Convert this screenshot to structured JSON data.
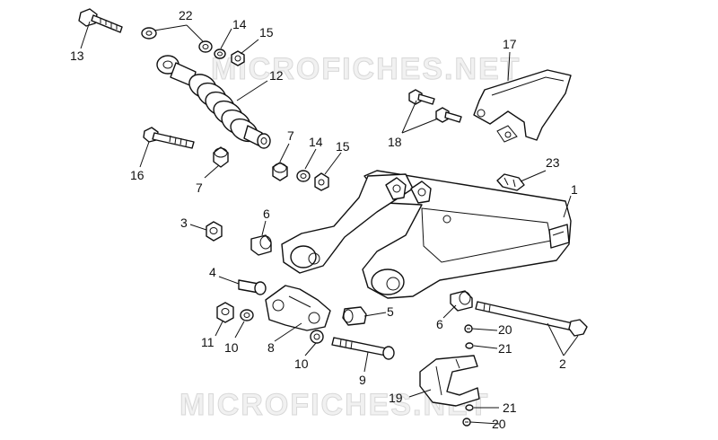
{
  "watermarks": [
    "MICROFICHES.NET",
    "MICROFICHES.NET"
  ],
  "callouts": [
    {
      "id": "c13",
      "label": "13"
    },
    {
      "id": "c22",
      "label": "22"
    },
    {
      "id": "c14a",
      "label": "14"
    },
    {
      "id": "c15a",
      "label": "15"
    },
    {
      "id": "c12",
      "label": "12"
    },
    {
      "id": "c17",
      "label": "17"
    },
    {
      "id": "c18",
      "label": "18"
    },
    {
      "id": "c16",
      "label": "16"
    },
    {
      "id": "c7a",
      "label": "7"
    },
    {
      "id": "c7b",
      "label": "7"
    },
    {
      "id": "c14b",
      "label": "14"
    },
    {
      "id": "c15b",
      "label": "15"
    },
    {
      "id": "c23",
      "label": "23"
    },
    {
      "id": "c1",
      "label": "1"
    },
    {
      "id": "c3",
      "label": "3"
    },
    {
      "id": "c6a",
      "label": "6"
    },
    {
      "id": "c4",
      "label": "4"
    },
    {
      "id": "c5",
      "label": "5"
    },
    {
      "id": "c6b",
      "label": "6"
    },
    {
      "id": "c20a",
      "label": "20"
    },
    {
      "id": "c21a",
      "label": "21"
    },
    {
      "id": "c2",
      "label": "2"
    },
    {
      "id": "c11",
      "label": "11"
    },
    {
      "id": "c10a",
      "label": "10"
    },
    {
      "id": "c8",
      "label": "8"
    },
    {
      "id": "c10b",
      "label": "10"
    },
    {
      "id": "c9",
      "label": "9"
    },
    {
      "id": "c19",
      "label": "19"
    },
    {
      "id": "c21b",
      "label": "21"
    },
    {
      "id": "c20b",
      "label": "20"
    }
  ]
}
